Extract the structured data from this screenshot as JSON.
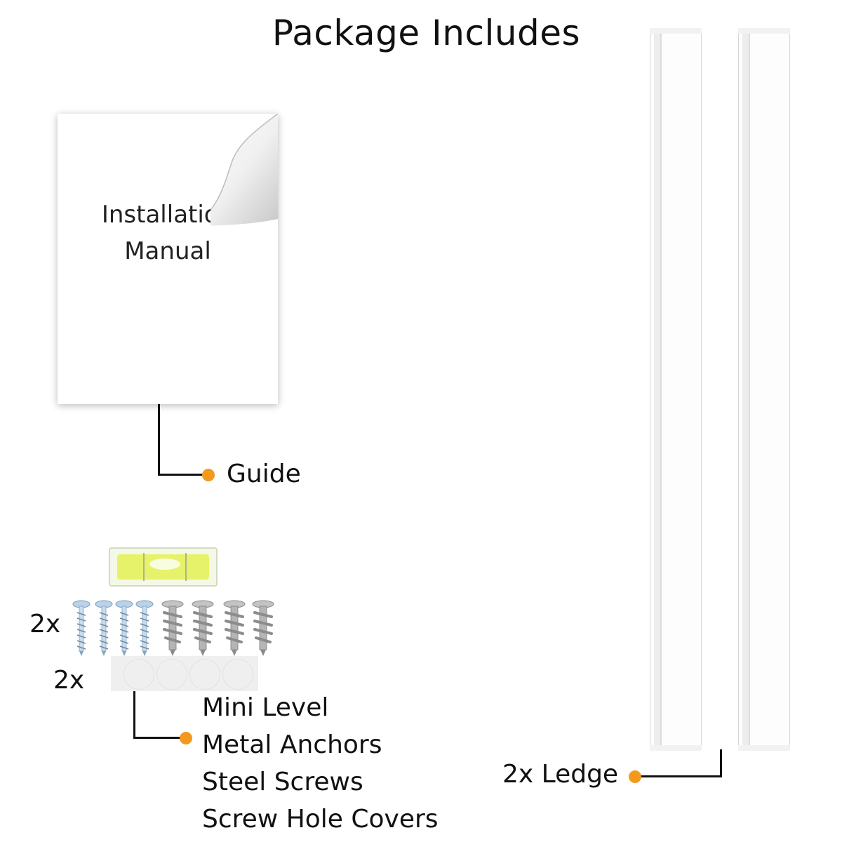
{
  "header": {
    "title": "Package Includes"
  },
  "manual": {
    "line1": "Installation",
    "line2": "Manual",
    "label": "Guide"
  },
  "ledges": {
    "label": "2x Ledge"
  },
  "hardware": {
    "screws_qty": "2x",
    "covers_qty": "2x",
    "items": [
      "Mini Level",
      "Metal Anchors",
      "Steel Screws",
      "Screw Hole Covers"
    ]
  },
  "colors": {
    "accent": "#f39a1e",
    "line": "#111111",
    "level_fluid": "#e6f36a"
  },
  "icons": [
    "installation-manual-icon",
    "ledge-icon",
    "mini-level-icon",
    "steel-screw-icon",
    "metal-anchor-icon",
    "screw-hole-cover-icon"
  ]
}
